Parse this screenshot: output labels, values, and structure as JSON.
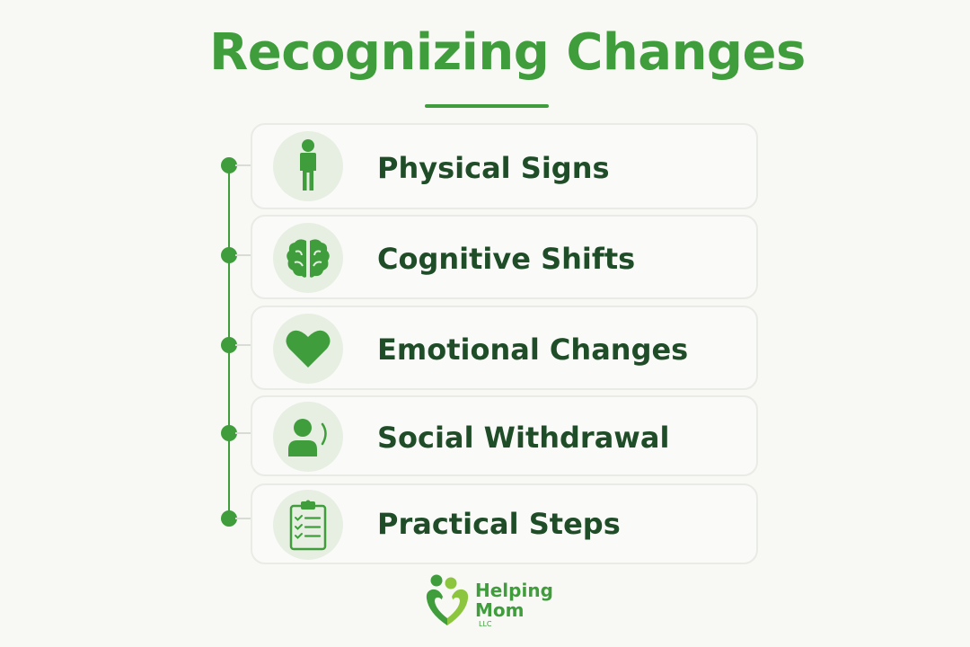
{
  "title": "Recognizing Changes",
  "items": [
    {
      "label": "Physical Signs",
      "icon": "person-icon"
    },
    {
      "label": "Cognitive Shifts",
      "icon": "brain-icon"
    },
    {
      "label": "Emotional Changes",
      "icon": "heart-icon"
    },
    {
      "label": "Social Withdrawal",
      "icon": "person-speaking-icon"
    },
    {
      "label": "Practical Steps",
      "icon": "clipboard-checklist-icon"
    }
  ],
  "logo": {
    "line1": "Helping",
    "line2": "Mom",
    "line3": "LLC"
  },
  "colors": {
    "accent": "#3f9d3c",
    "text_dark": "#1f4d28",
    "icon_bg": "#e7efe2",
    "light_green": "#8cc63f"
  }
}
